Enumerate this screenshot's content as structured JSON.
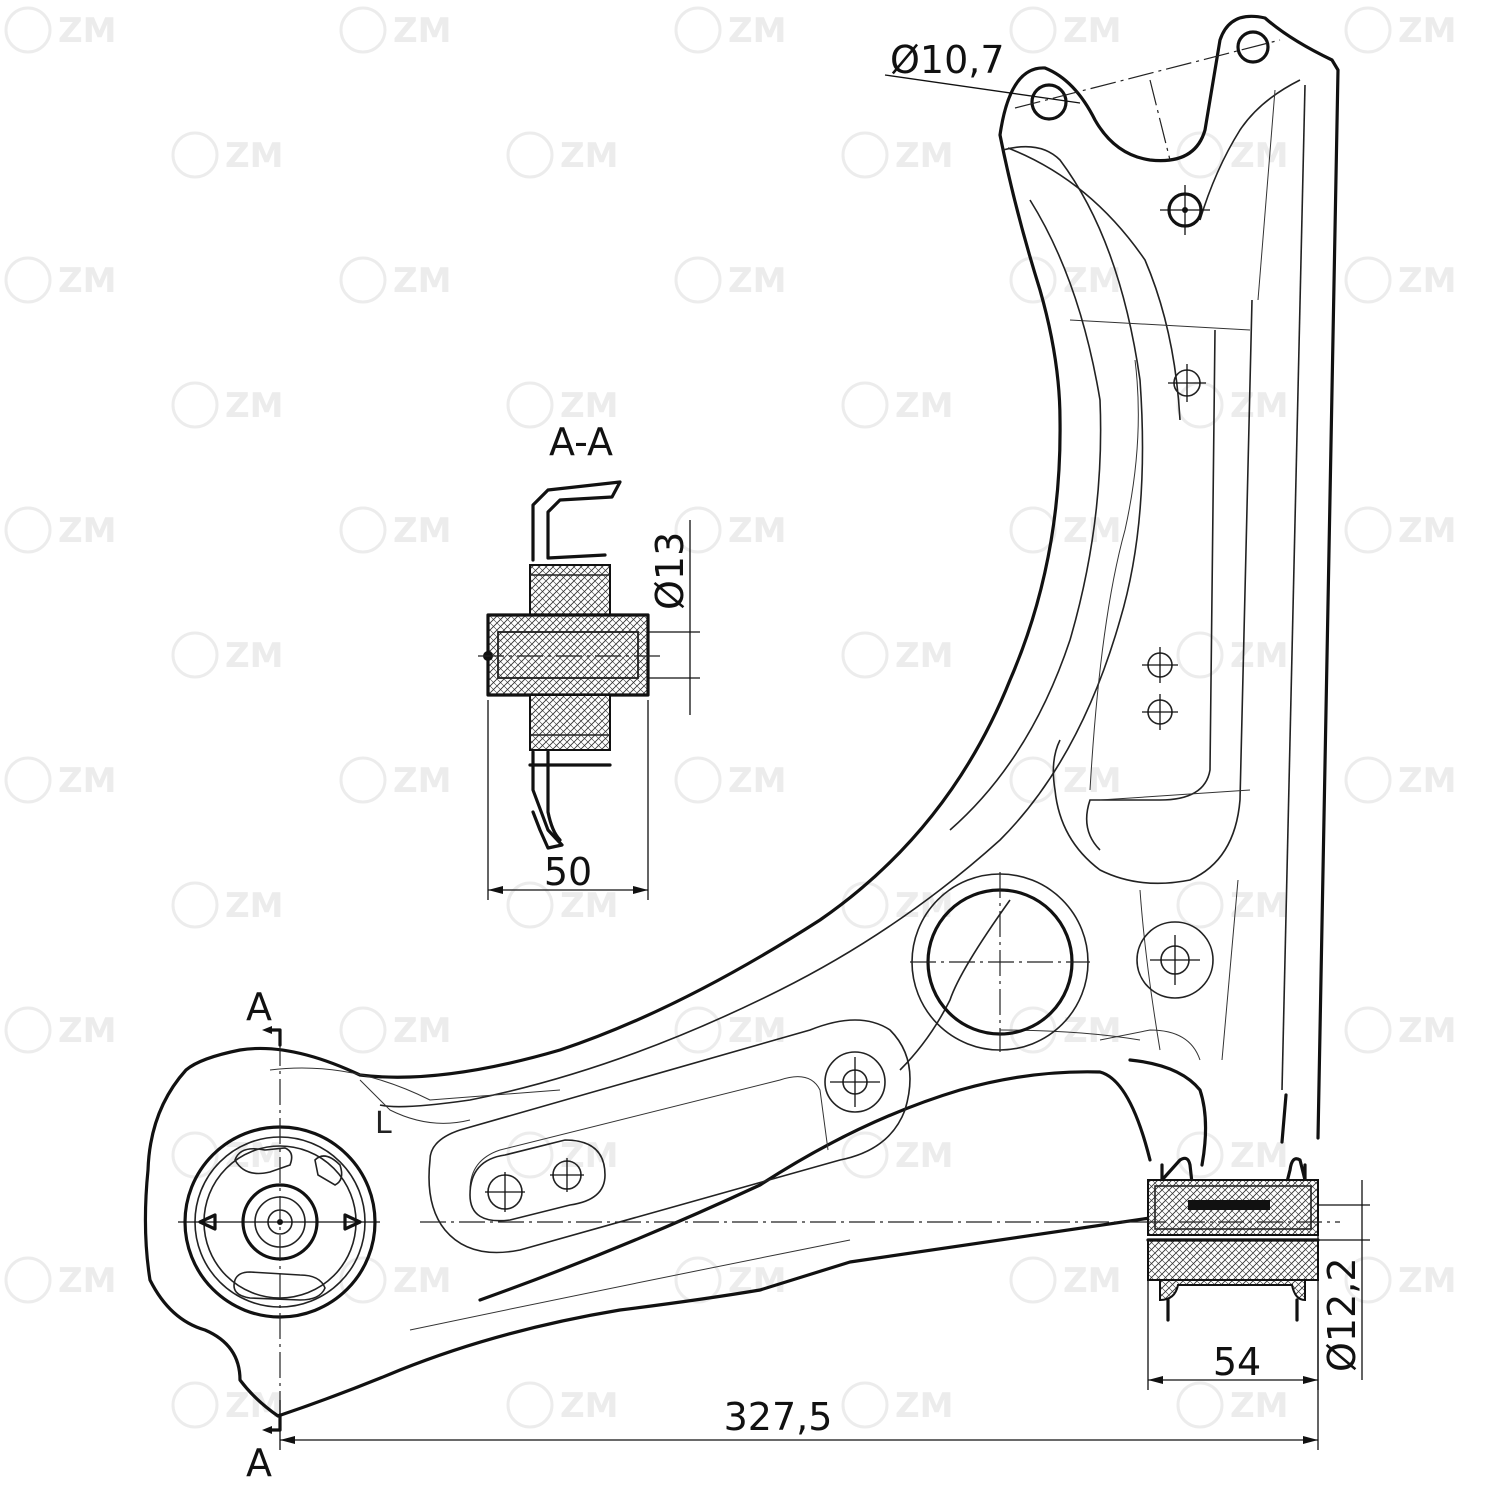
{
  "watermark": {
    "text": "ZM"
  },
  "section": {
    "title": "A-A"
  },
  "dimensions": {
    "hole_top": "Ø10,7",
    "bushing_inner": "Ø13",
    "bushing_length": "50",
    "rear_bushing_length": "54",
    "rear_bushing_inner": "Ø12,2",
    "overall_length": "327,5"
  },
  "section_markers": {
    "upper": "A",
    "lower": "A"
  },
  "side_mark": "L",
  "colors": {
    "line": "#111111",
    "background": "#ffffff",
    "watermark": "#ececec"
  }
}
